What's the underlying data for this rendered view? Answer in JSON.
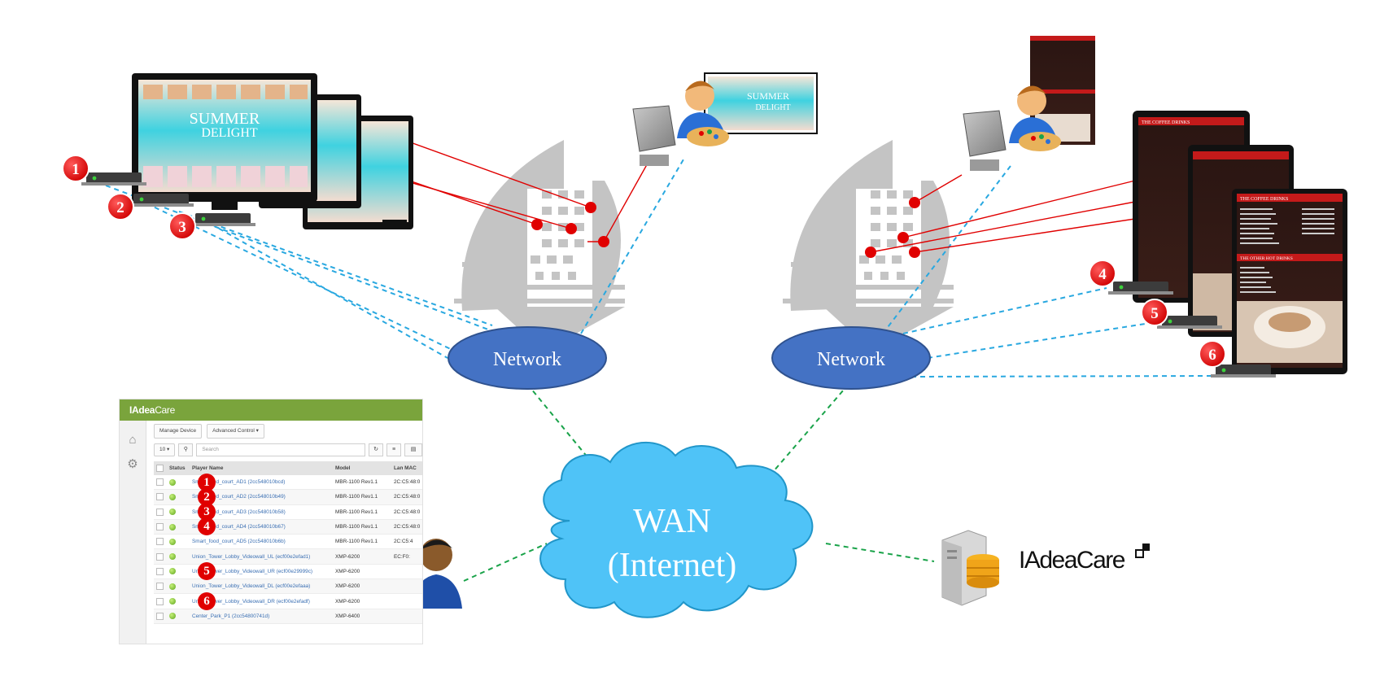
{
  "diagram": {
    "network_left_label": "Network",
    "network_right_label": "Network",
    "wan_line1": "WAN",
    "wan_line2": "(Internet)",
    "brand": "IAdeaCare",
    "menu_board_title": "THE COFFEE DRINKS",
    "menu_board_title2": "THE OTHER HOT DRINKS",
    "promo_line1": "SUMMER",
    "promo_line2": "DELIGHT",
    "player_badges": [
      "1",
      "2",
      "3",
      "4",
      "5",
      "6"
    ]
  },
  "console": {
    "app_name_bold": "IAdea",
    "app_name_light": "Care",
    "manage_device": "Manage Device",
    "advanced_control": "Advanced Control ▾",
    "page_size": "10 ▾",
    "search_placeholder": "Search",
    "columns": [
      "Status",
      "Player Name",
      "Model",
      "Lan MAC"
    ],
    "rows": [
      {
        "name": "Smart_food_court_AD1 (2cc548010bcd)",
        "model": "MBR-1100 Rev1.1",
        "mac": "2C:C5:48:0",
        "badge": "1"
      },
      {
        "name": "Smart_food_court_AD2 (2cc548010b49)",
        "model": "MBR-1100 Rev1.1",
        "mac": "2C:C5:48:0",
        "badge": "2"
      },
      {
        "name": "Smart_food_court_AD3 (2cc548010b58)",
        "model": "MBR-1100 Rev1.1",
        "mac": "2C:C5:48:0",
        "badge": "3"
      },
      {
        "name": "Smart_food_court_AD4 (2cc548010b67)",
        "model": "MBR-1100 Rev1.1",
        "mac": "2C:C5:48:0",
        "badge": "4"
      },
      {
        "name": "Smart_food_court_AD5 (2cc548010b6b)",
        "model": "MBR-1100 Rev1.1",
        "mac": "2C:C5:4",
        "badge": ""
      },
      {
        "name": "Union_Tower_Lobby_Videowall_UL (ecf00e2efad1)",
        "model": "XMP-6200",
        "mac": "EC:F0:",
        "badge": ""
      },
      {
        "name": "Union_Tower_Lobby_Videowall_UR (ecf00e29999c)",
        "model": "XMP-6200",
        "mac": "",
        "badge": "5"
      },
      {
        "name": "Union_Tower_Lobby_Videowall_DL (ecf00e2efaaa)",
        "model": "XMP-6200",
        "mac": "",
        "badge": ""
      },
      {
        "name": "Union_Tower_Lobby_Videowall_DR (ecf00e2efadf)",
        "model": "XMP-6200",
        "mac": "",
        "badge": "6"
      },
      {
        "name": "Center_Park_P1 (2cc54800741d)",
        "model": "XMP-6400",
        "mac": "",
        "badge": ""
      }
    ]
  },
  "colors": {
    "network_fill": "#4472c4",
    "wan_fill": "#4fc3f7",
    "badge_red": "#e00000",
    "console_green": "#7aa43c",
    "dash_blue": "#29a8e0",
    "dash_green": "#1aa34a",
    "link_red": "#e00000"
  }
}
